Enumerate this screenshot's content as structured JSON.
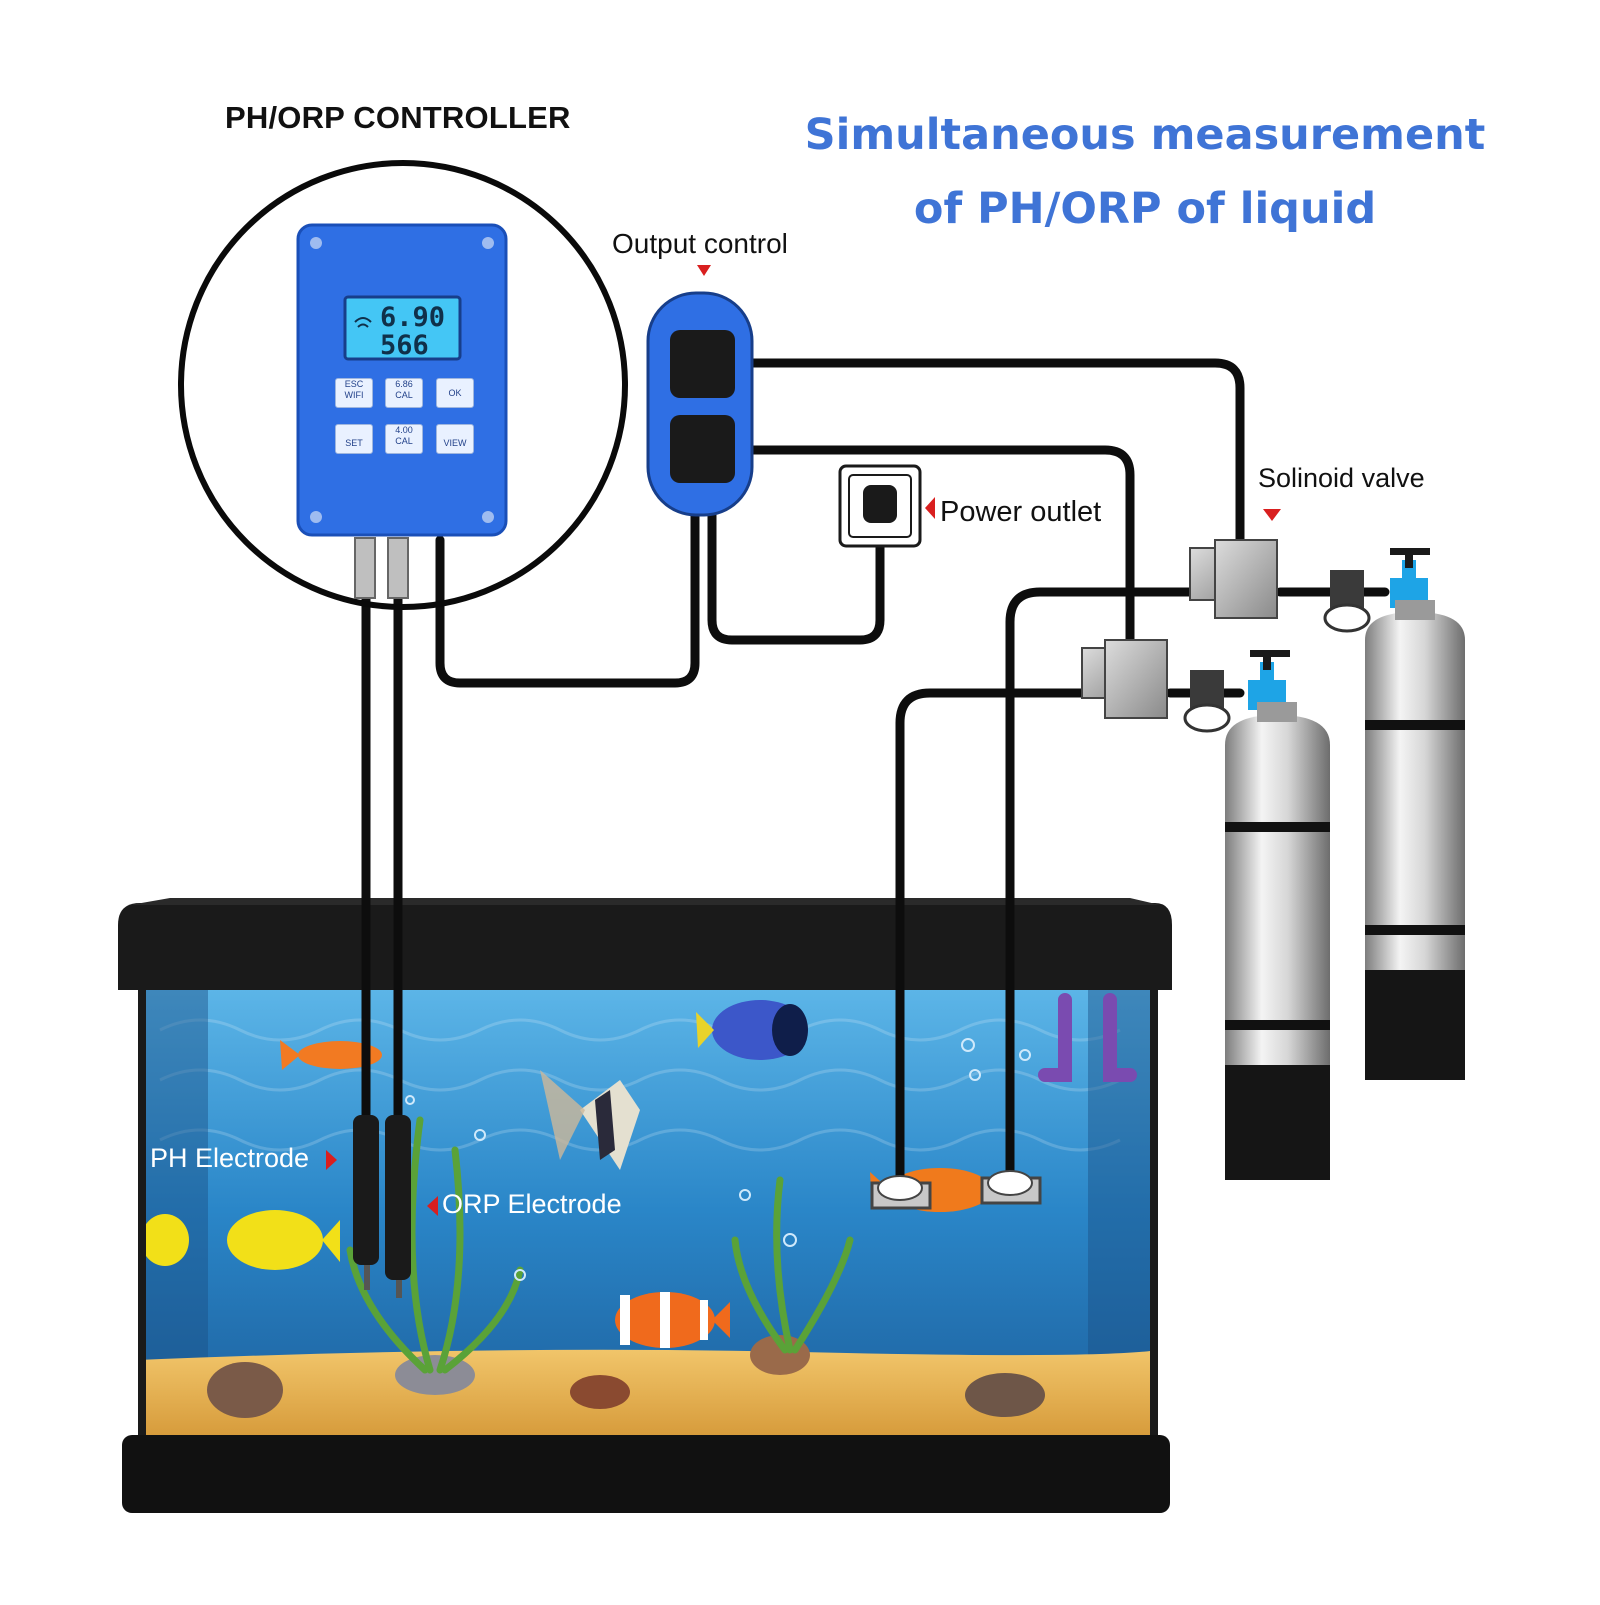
{
  "labels": {
    "controller_title": "PH/ORP CONTROLLER",
    "headline_line1": "Simultaneous measurement",
    "headline_line2": "of PH/ORP of liquid",
    "output_control": "Output control",
    "power_outlet": "Power outlet",
    "solenoid_valve": "Solinoid valve",
    "ph_electrode": "PH Electrode",
    "orp_electrode": "ORP Electrode"
  },
  "display": {
    "ph_value": "6.90",
    "orp_value": "566"
  },
  "keys": {
    "esc": "ESC WIFI",
    "up": "6.86 CAL",
    "ok": "OK",
    "left": "SET",
    "down": "4.00 CAL",
    "right": "VIEW"
  },
  "colors": {
    "headline": "#3f74d6",
    "controller_blue": "#2f6fe4",
    "lcd": "#44c6f5",
    "arrow_red": "#d91f1f",
    "water": "#2a86c8",
    "sand": "#e8b75a"
  }
}
